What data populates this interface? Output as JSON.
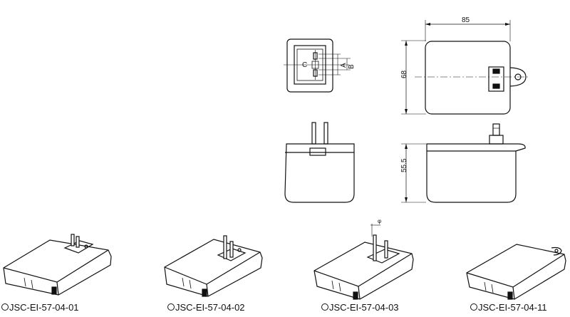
{
  "dimensions": {
    "width": "85",
    "height": "68",
    "depth": "55.5",
    "pin_a": "A",
    "pin_b": "B",
    "pin_c": "C",
    "pin_phi": "φ"
  },
  "products": [
    {
      "label": "JSC-EI-57-04-01"
    },
    {
      "label": "JSC-EI-57-04-02"
    },
    {
      "label": "JSC-EI-57-04-03"
    },
    {
      "label": "JSC-EI-57-04-11"
    }
  ]
}
